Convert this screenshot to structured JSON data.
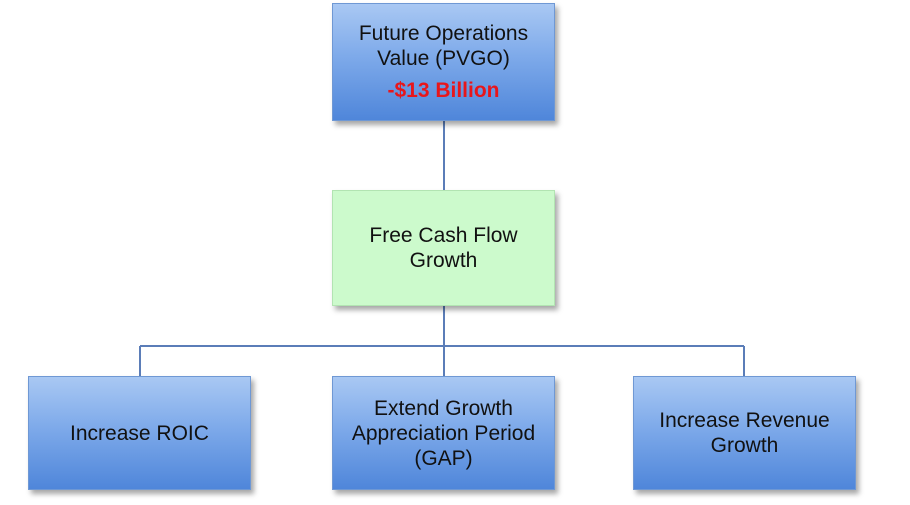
{
  "top_node": {
    "title_line1": "Future Operations",
    "title_line2": "Value (PVGO)",
    "value": "-$13 Billion",
    "value_color": "#e8161b"
  },
  "middle_node": {
    "line1": "Free Cash Flow",
    "line2": "Growth"
  },
  "bottom_nodes": [
    {
      "lines": [
        "Increase ROIC"
      ]
    },
    {
      "lines": [
        "Extend Growth",
        "Appreciation Period",
        "(GAP)"
      ]
    },
    {
      "lines": [
        "Increase Revenue",
        "Growth"
      ]
    }
  ],
  "colors": {
    "blue_box": "#7eaaea",
    "green_box": "#ccfacc",
    "connector": "#5b7db8"
  }
}
